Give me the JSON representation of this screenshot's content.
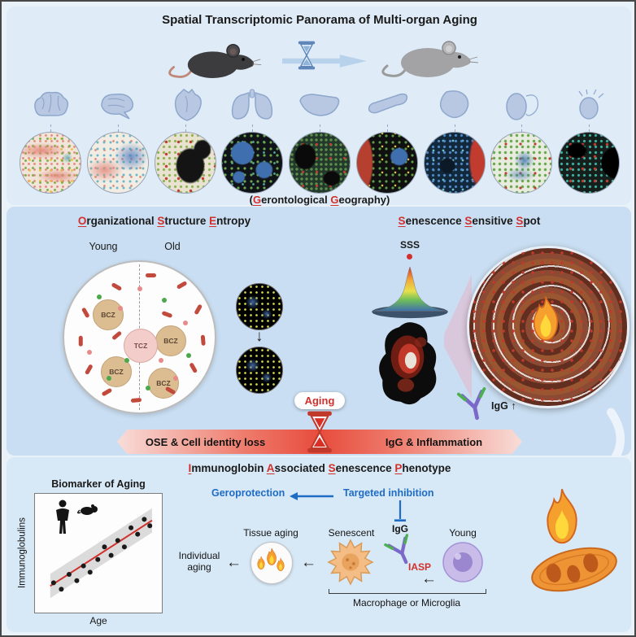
{
  "colors": {
    "accent-red": "#d2302c",
    "accent-blue": "#1f6cc5",
    "banner-red": "#e74c3c",
    "bg-top": "#dfecf8",
    "bg-mid": "#c9def2",
    "bg-bottom": "#d7e8f6"
  },
  "header": {
    "title": "Spatial Transcriptomic Panorama of Multi-organ Aging"
  },
  "top": {
    "caption": {
      "open": "(",
      "g1": "G",
      "r1": "erontological ",
      "g2": "G",
      "r2": "eography",
      "close": ")"
    }
  },
  "ose": {
    "title": {
      "h1": "O",
      "t1": "rganizational ",
      "h2": "S",
      "t2": "tructure ",
      "h3": "E",
      "t3": "ntropy"
    },
    "young": "Young",
    "old": "Old",
    "bcz": "BCZ",
    "tcz": "TCZ",
    "arrow_down": "↓"
  },
  "sss": {
    "title": {
      "h1": "S",
      "t1": "enescence ",
      "h2": "S",
      "t2": "ensitive ",
      "h3": "S",
      "t3": "pot"
    },
    "label": "SSS",
    "igg": "IgG ↑"
  },
  "center": {
    "aging": "Aging",
    "banner_left": "OSE & Cell identity loss",
    "banner_right": "IgG & Inflammation"
  },
  "iasp": {
    "title": {
      "h1": "I",
      "t1": "mmunoglobin ",
      "h2": "A",
      "t2": "ssociated ",
      "h3": "S",
      "t3": "enescence ",
      "h4": "P",
      "t4": "henotype"
    },
    "geroprotection": "Geroprotection",
    "targeted_inhibition": "Targeted inhibition",
    "individual_aging": "Individual aging",
    "tissue_aging": "Tissue aging",
    "senescent": "Senescent",
    "igg": "IgG",
    "iasp": "IASP",
    "young": "Young",
    "macrophage": "Macrophage or Microglia",
    "arrow_left": "←"
  },
  "chart_data": {
    "type": "scatter",
    "title": "Biomarker of Aging",
    "xlabel": "Age",
    "ylabel": "Immunoglobulins",
    "x_range": [
      0,
      10
    ],
    "y_range": [
      0,
      10
    ],
    "grid": false,
    "legend": "none",
    "point_color": "#1a1a1a",
    "trend_color": "#d2302c",
    "band_color": "#bfbfbf",
    "points": [
      [
        0.8,
        2.2
      ],
      [
        1.5,
        1.6
      ],
      [
        2.2,
        3.0
      ],
      [
        2.9,
        2.4
      ],
      [
        3.5,
        3.8
      ],
      [
        4.1,
        3.2
      ],
      [
        4.8,
        4.4
      ],
      [
        5.4,
        5.6
      ],
      [
        6.0,
        4.8
      ],
      [
        6.6,
        6.2
      ],
      [
        7.2,
        5.6
      ],
      [
        7.8,
        7.4
      ],
      [
        8.4,
        6.8
      ],
      [
        9.0,
        8.2
      ],
      [
        9.5,
        7.6
      ]
    ],
    "trend": {
      "x1": 0.5,
      "y1": 1.9,
      "x2": 9.7,
      "y2": 8.1
    },
    "band_halfwidth": 1.15
  }
}
